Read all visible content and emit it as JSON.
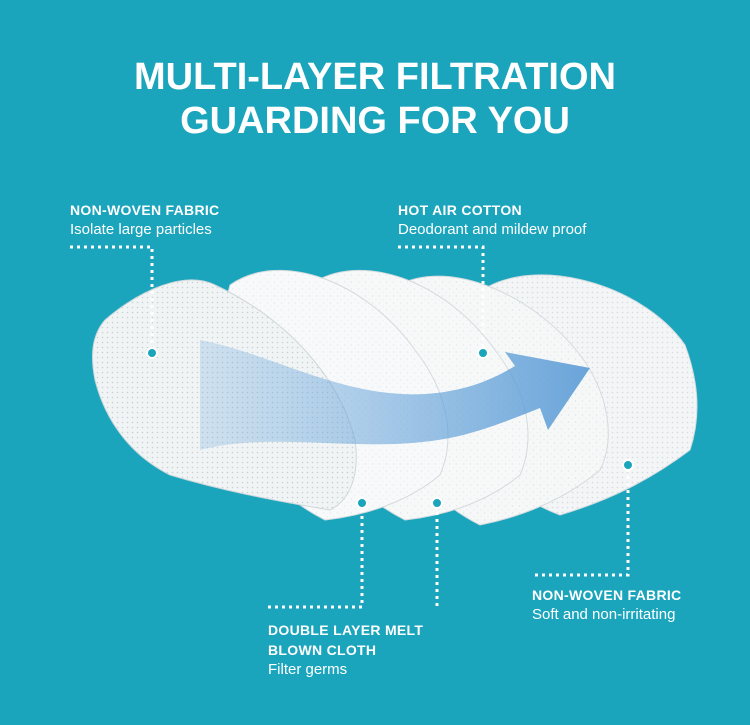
{
  "title": {
    "line1": "MULTI-LAYER FILTRATION",
    "line2": "GUARDING FOR YOU"
  },
  "labels": [
    {
      "heading": "NON-WOVEN FABRIC",
      "sub": "Isolate large particles"
    },
    {
      "heading": "HOT AIR COTTON",
      "sub": "Deodorant and mildew proof"
    },
    {
      "heading": "NON-WOVEN FABRIC",
      "sub": "Soft and non-irritating"
    },
    {
      "heading1": "DOUBLE LAYER MELT",
      "heading2": "BLOWN CLOTH",
      "sub": "Filter germs"
    }
  ],
  "colors": {
    "background": "#1aa5bd",
    "text": "#ffffff",
    "layer": "#f4f6f7",
    "arrow": "#5d9fd6"
  }
}
